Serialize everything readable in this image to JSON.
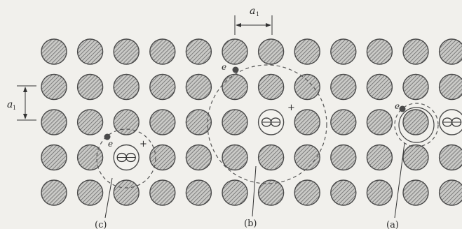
{
  "figure": {
    "lattice": {
      "rows": 5,
      "columns": 12
    },
    "dimension_labels": {
      "horizontal_spacing": "a",
      "horizontal_spacing_sub": "1",
      "vertical_spacing": "a",
      "vertical_spacing_sub": "1"
    },
    "defects": [
      {
        "id": "a",
        "label": "(a)",
        "electron": "e",
        "charge": ""
      },
      {
        "id": "b",
        "label": "(b)",
        "electron": "e",
        "charge": "+"
      },
      {
        "id": "c",
        "label": "(c)",
        "electron": "e",
        "charge": "+"
      }
    ],
    "colors": {
      "background": "#f1f0ec",
      "atom_fill": "#c9c9c6",
      "atom_stroke": "#4a4a4a",
      "hatch": "#6a6a6a",
      "electron": "#4a4a4a",
      "orbit": "#555555"
    }
  }
}
